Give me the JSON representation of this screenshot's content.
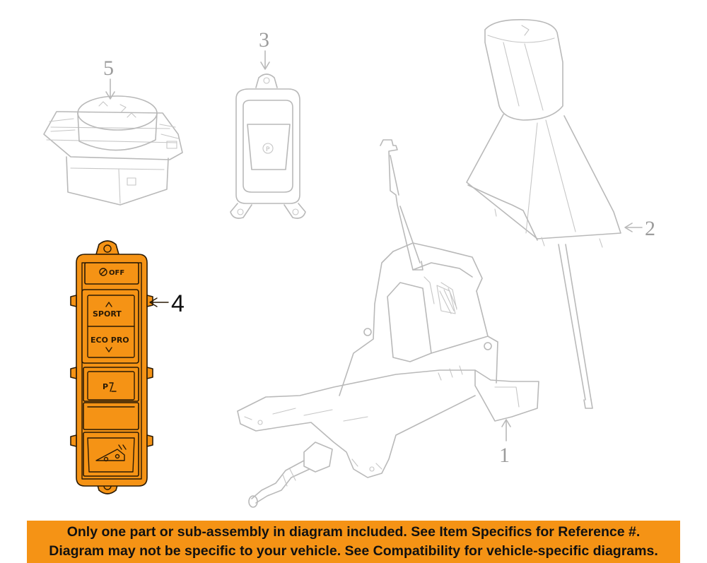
{
  "callouts": {
    "part1": "1",
    "part2": "2",
    "part3": "3",
    "part4": "4",
    "part5": "5"
  },
  "part4_buttons": {
    "off": "OFF",
    "sport": "SPORT",
    "eco_pro": "ECO PRO"
  },
  "colors": {
    "highlight": "#f59315",
    "outline_gray": "#b9b9b9",
    "outline_dark": "#2a1a05"
  },
  "disclaimer": {
    "line1": "Only one part or sub-assembly in diagram included. See Item Specifics for Reference #.",
    "line2": "Diagram may not be specific to your vehicle. See Compatibility for vehicle-specific diagrams."
  }
}
